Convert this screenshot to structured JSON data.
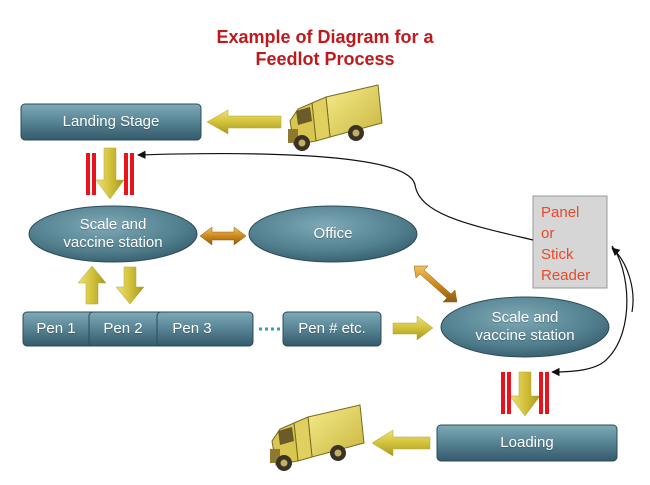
{
  "title": {
    "line1": "Example of Diagram for a",
    "line2": "Feedlot Process"
  },
  "nodes": {
    "landing_stage": "Landing Stage",
    "scale_vaccine_1": {
      "line1": "Scale  and",
      "line2": "vaccine station"
    },
    "office": "Office",
    "scale_vaccine_2": {
      "line1": "Scale  and",
      "line2": "vaccine station"
    },
    "loading": "Loading",
    "panel_reader": {
      "line1": "Panel",
      "line2": "or",
      "line3": "Stick",
      "line4": "Reader"
    }
  },
  "pens": [
    "Pen 1",
    "Pen 2",
    "Pen 3",
    "Pen # etc."
  ],
  "colors": {
    "title": "#c0191c",
    "box_fill_top": "#6f9aa8",
    "box_fill_bottom": "#3d6777",
    "arrow_fill": "#d8c84a",
    "double_arrow_fill": "#d08a1c",
    "red_bars": "#e8141c",
    "panel_fill": "#d6d6d6",
    "panel_text": "#e84a2a",
    "dots": "#2aa7a7"
  },
  "icons": [
    "truck-icon"
  ]
}
